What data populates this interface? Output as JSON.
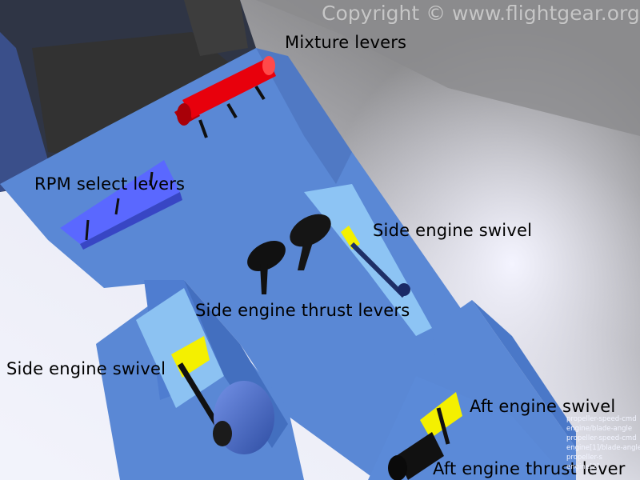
{
  "watermark": "Copyright © www.flightgear.org",
  "labels": {
    "mixture": "Mixture levers",
    "rpm_select": "RPM select levers",
    "side_swivel_right": "Side engine swivel",
    "side_thrust": "Side engine thrust levers",
    "side_swivel_left": "Side engine swivel",
    "aft_swivel": "Aft engine swivel",
    "aft_thrust": "Aft engine thrust lever"
  },
  "hud_lines": [
    "propeller-speed-cmd",
    "engine/blade-angle",
    "propeller-speed-cmd",
    "engine[1]/blade-angle",
    "propeller-s",
    "engine[2]"
  ],
  "colors": {
    "console": "#5b8ad6",
    "mixture_levers": "#e8000c",
    "rpm_levers": "#5a6cff",
    "swivel_handles": "#f4f000",
    "thrust_levers": "#111111"
  }
}
